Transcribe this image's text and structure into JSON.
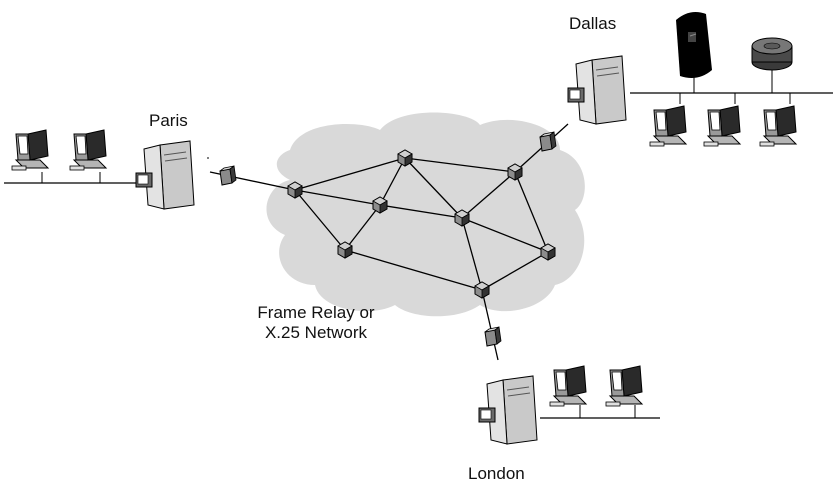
{
  "sites": {
    "paris": {
      "label": "Paris"
    },
    "dallas": {
      "label": "Dallas"
    },
    "london": {
      "label": "London"
    }
  },
  "network": {
    "label_line1": "Frame Relay or",
    "label_line2": "X.25 Network"
  },
  "colors": {
    "cloud": "#d9d9d9",
    "line": "#000000",
    "server_body": "#c8c8c8",
    "server_dark": "#5a5a5a",
    "node": "#8a8a8a"
  },
  "icons": [
    "server-icon",
    "workstation-icon",
    "switch-node-icon",
    "modem-icon",
    "tower-server-icon",
    "disk-storage-icon",
    "network-cloud"
  ]
}
